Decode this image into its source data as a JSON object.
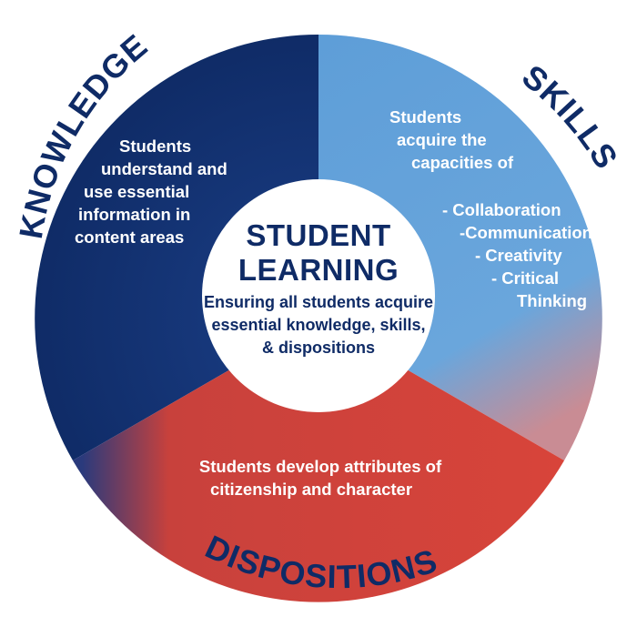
{
  "colors": {
    "knowledge": "#0f2b66",
    "skills": "#5b9bd5",
    "dispositions": "#d8443a",
    "center": "#ffffff",
    "label": "#0f2b66"
  },
  "sectors": {
    "knowledge": {
      "title": "KNOWLEDGE",
      "lines": [
        "Students",
        "understand and",
        "use essential",
        "information in",
        "content areas"
      ]
    },
    "skills": {
      "title": "SKILLS",
      "lines": [
        "Students",
        "acquire the",
        "capacities of",
        "- Collaboration",
        "-Communication",
        "- Creativity",
        "- Critical",
        "Thinking"
      ]
    },
    "dispositions": {
      "title": "DISPOSITIONS",
      "lines": [
        "Students develop attributes of",
        "citizenship and character"
      ]
    }
  },
  "center": {
    "title_line1": "STUDENT",
    "title_line2": "LEARNING",
    "subtitle_line1": "Ensuring all students acquire",
    "subtitle_line2": "essential knowledge, skills,",
    "subtitle_line3": "& dispositions"
  }
}
